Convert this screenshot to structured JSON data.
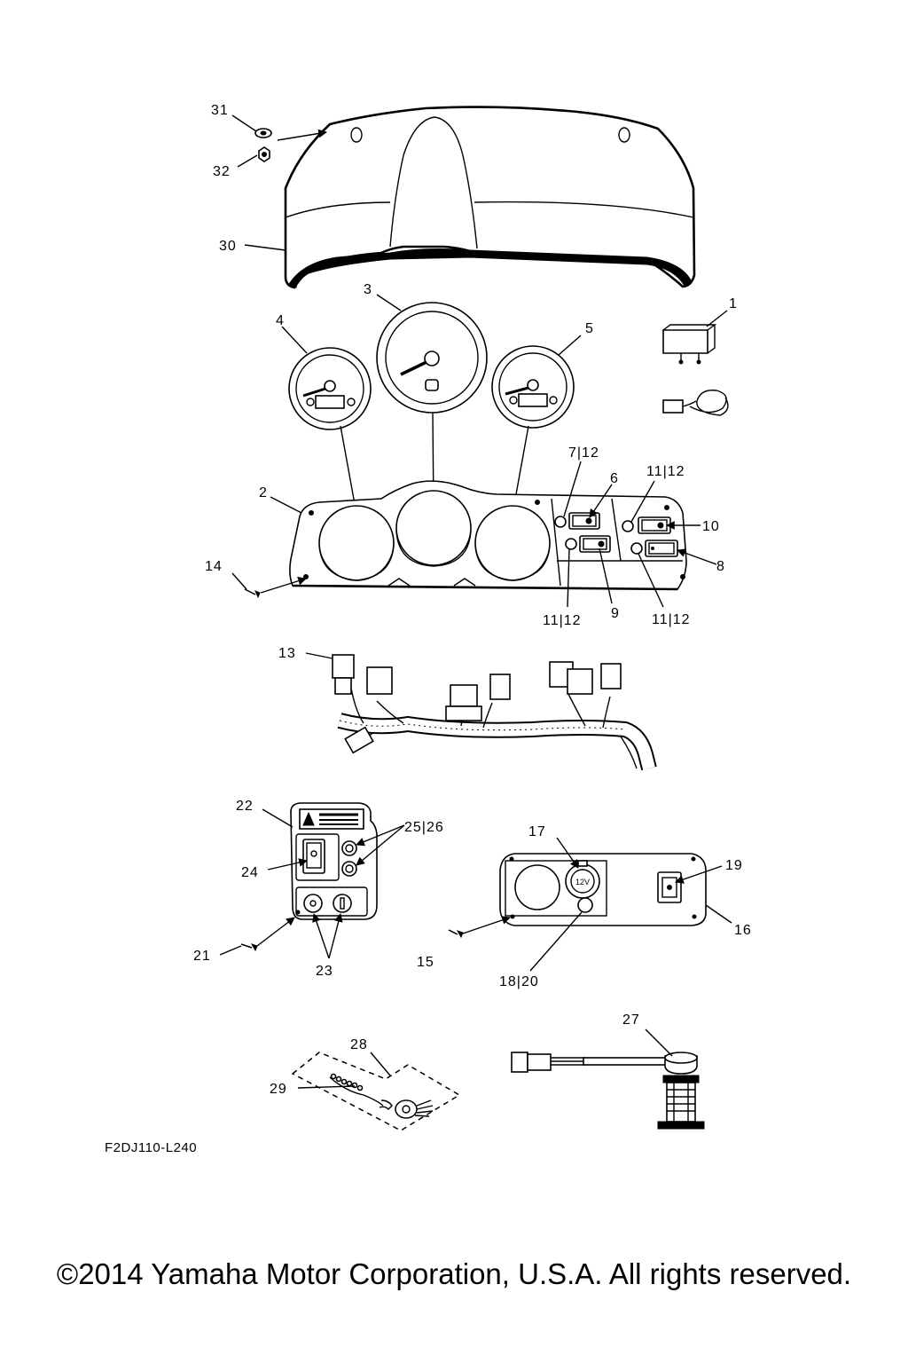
{
  "diagram_code": "F2DJ110-L240",
  "copyright": "©2014 Yamaha Motor Corporation, U.S.A. All rights reserved.",
  "callouts": {
    "c1": "1",
    "c2": "2",
    "c3": "3",
    "c4": "4",
    "c5": "5",
    "c6": "6",
    "c7_12": "7|12",
    "c8": "8",
    "c9": "9",
    "c10": "10",
    "c11_12_top": "11|12",
    "c11_12_left": "11|12",
    "c11_12_right": "11|12",
    "c13": "13",
    "c14": "14",
    "c15": "15",
    "c16": "16",
    "c17": "17",
    "c18_20": "18|20",
    "c19": "19",
    "c21": "21",
    "c22": "22",
    "c23": "23",
    "c24": "24",
    "c25_26": "25|26",
    "c27": "27",
    "c28": "28",
    "c29": "29",
    "c30": "30",
    "c31": "31",
    "c32": "32"
  },
  "panel_labels": {
    "outlet": "12V"
  }
}
